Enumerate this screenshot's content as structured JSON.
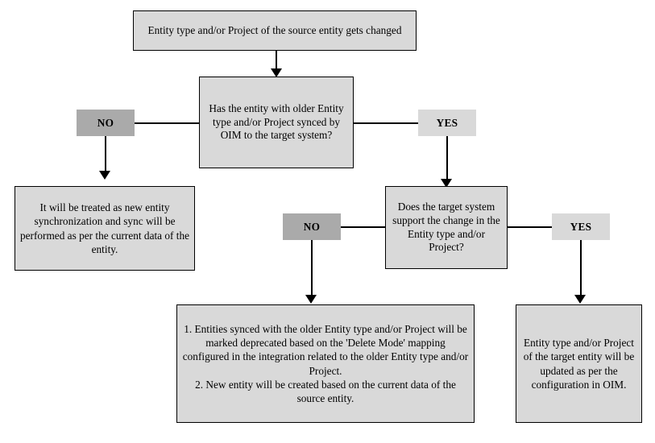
{
  "diagram": {
    "title": "Entity type and/or Project change synchronization flow",
    "type": "flowchart",
    "colors": {
      "node_fill": "#d9d9d9",
      "node_border": "#000000",
      "chip_no_fill": "#aaaaaa",
      "chip_yes_fill": "#d9d9d9",
      "connector": "#000000",
      "background": "#ffffff"
    }
  },
  "nodes": {
    "start": {
      "label": "Entity type and/or Project of the source entity gets changed",
      "kind": "process"
    },
    "decision_1": {
      "label": "Has the entity with older Entity type and/or Project synced  by OIM to the target system?",
      "kind": "decision"
    },
    "result_new_sync": {
      "label": "It will be treated as new entity synchronization and sync will be performed as per the current data of the entity.",
      "kind": "process"
    },
    "decision_2": {
      "label": "Does the target system support the change in the Entity type and/or Project?",
      "kind": "decision"
    },
    "result_deprecate": {
      "label": "1. Entities synced with the older Entity type and/or Project will be marked deprecated based on the 'Delete Mode' mapping configured in the integration related to the older Entity type and/or Project.\n2. New entity will be created based on the current data of the source entity.",
      "kind": "process"
    },
    "result_update": {
      "label": "Entity type and/or Project of the target entity will be updated as per the configuration in OIM.",
      "kind": "process"
    }
  },
  "branch_labels": {
    "decision_1_no": "NO",
    "decision_1_yes": "YES",
    "decision_2_no": "NO",
    "decision_2_yes": "YES"
  }
}
